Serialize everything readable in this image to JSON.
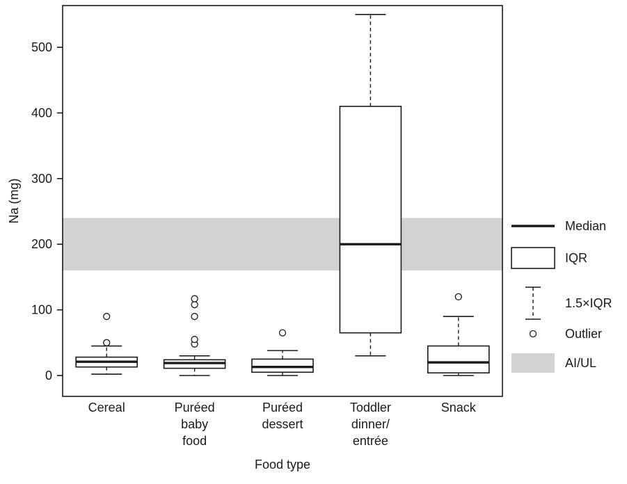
{
  "chart_data": {
    "type": "boxplot",
    "title": "",
    "xlabel": "Food type",
    "ylabel": "Na (mg)",
    "yticks": [
      0,
      100,
      200,
      300,
      400,
      500
    ],
    "ylim": [
      -32,
      563
    ],
    "grid": false,
    "legend_position": "right",
    "colors": {
      "line": "#1a1a1a",
      "band": "#d2d2d2",
      "background": "#ffffff"
    },
    "band": {
      "label": "AI/UL",
      "from": 160,
      "to": 240
    },
    "categories": [
      "Cereal",
      "Puréed baby food",
      "Puréed dessert",
      "Toddler dinner/entrée",
      "Snack"
    ],
    "boxes": [
      {
        "id": "cereal",
        "label_lines": [
          "Cereal"
        ],
        "whisker_low": 2,
        "q1": 13,
        "median": 21,
        "q3": 28,
        "whisker_high": 45,
        "outliers": [
          50,
          90
        ]
      },
      {
        "id": "pureed-baby-food",
        "label_lines": [
          "Puréed",
          "baby",
          "food"
        ],
        "whisker_low": 0,
        "q1": 11,
        "median": 19,
        "q3": 24,
        "whisker_high": 30,
        "outliers": [
          48,
          55,
          90,
          108,
          117
        ]
      },
      {
        "id": "pureed-dessert",
        "label_lines": [
          "Puréed",
          "dessert"
        ],
        "whisker_low": 0,
        "q1": 5,
        "median": 13,
        "q3": 25,
        "whisker_high": 38,
        "outliers": [
          65
        ]
      },
      {
        "id": "toddler-dinner-entree",
        "label_lines": [
          "Toddler",
          "dinner/",
          "entrée"
        ],
        "whisker_low": 30,
        "q1": 65,
        "median": 200,
        "q3": 410,
        "whisker_high": 550,
        "outliers": []
      },
      {
        "id": "snack",
        "label_lines": [
          "Snack"
        ],
        "whisker_low": 0,
        "q1": 4,
        "median": 20,
        "q3": 45,
        "whisker_high": 90,
        "outliers": [
          120
        ]
      }
    ],
    "legend": [
      {
        "type": "median",
        "label": "Median"
      },
      {
        "type": "iqr",
        "label": "IQR"
      },
      {
        "type": "whisker",
        "label": "1.5×IQR"
      },
      {
        "type": "outlier",
        "label": "Outlier"
      },
      {
        "type": "band",
        "label": "AI/UL"
      }
    ]
  }
}
